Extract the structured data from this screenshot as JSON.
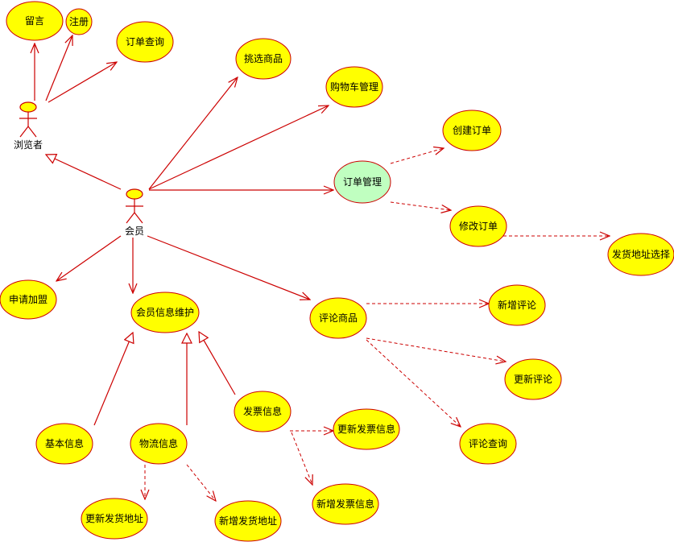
{
  "colors": {
    "usecase_fill": "#ffff00",
    "usecase_highlight_fill": "#c0ffc0",
    "line": "#cc0000",
    "background": "#ffffff"
  },
  "actors": {
    "visitor": "浏览者",
    "member": "会员"
  },
  "usecases": {
    "message": "留言",
    "register": "注册",
    "order_query": "订单查询",
    "pick_goods": "挑选商品",
    "cart_manage": "购物车管理",
    "create_order": "创建订单",
    "order_manage": "订单管理",
    "modify_order": "修改订单",
    "shipping_address_select": "发货地址选择",
    "apply_join": "申请加盟",
    "member_info_maintain": "会员信息维护",
    "review_goods": "评论商品",
    "add_review": "新增评论",
    "update_review": "更新评论",
    "review_query": "评论查询",
    "basic_info": "基本信息",
    "logistics_info": "物流信息",
    "invoice_info": "发票信息",
    "update_invoice_info": "更新发票信息",
    "add_invoice_info": "新增发票信息",
    "update_shipping_address": "更新发货地址",
    "add_shipping_address": "新增发货地址"
  }
}
